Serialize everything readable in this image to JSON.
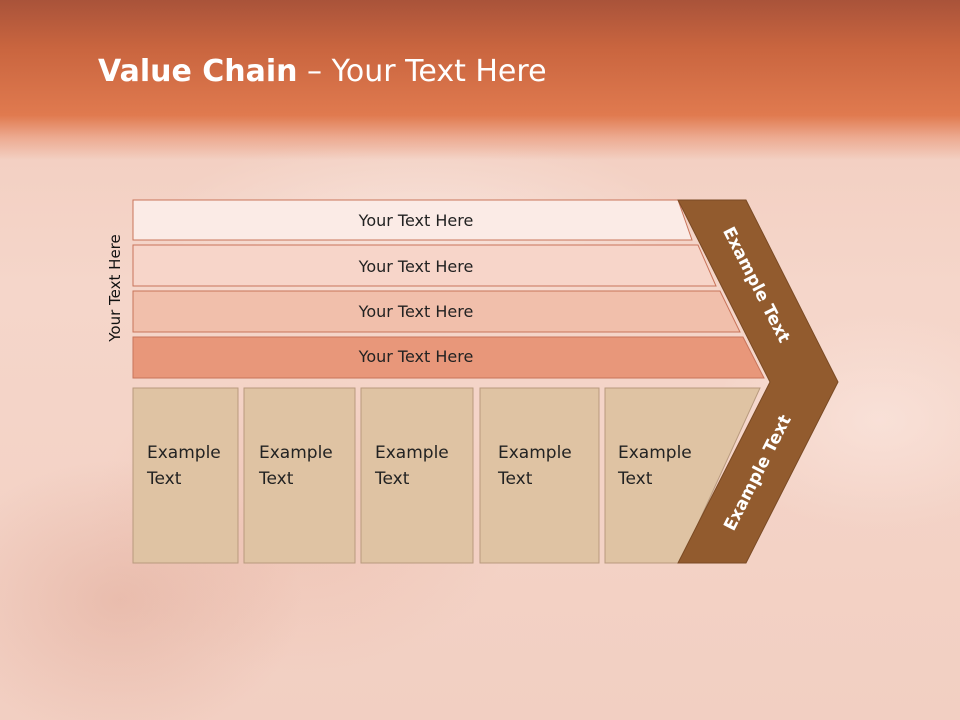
{
  "slide": {
    "title_bold": "Value Chain",
    "title_rest": " – Your Text Here",
    "side_label": "Your Text Here"
  },
  "bands": [
    {
      "label": "Your Text Here",
      "fill": "#fbebe6"
    },
    {
      "label": "Your Text Here",
      "fill": "#f7d5c9"
    },
    {
      "label": "Your Text Here",
      "fill": "#f1bfab"
    },
    {
      "label": "Your Text Here",
      "fill": "#e8977a"
    }
  ],
  "columns": [
    {
      "label": "Example\nText"
    },
    {
      "label": "Example\nText"
    },
    {
      "label": "Example\nText"
    },
    {
      "label": "Example\nText"
    },
    {
      "label": "Example\nText"
    }
  ],
  "chevron": {
    "upper_label": "Example Text",
    "lower_label": "Example Text",
    "fill": "#925b2e"
  },
  "colors": {
    "column_fill": "#dfc3a3",
    "column_stroke": "#b89a7e",
    "band_stroke": "#c8745a"
  }
}
